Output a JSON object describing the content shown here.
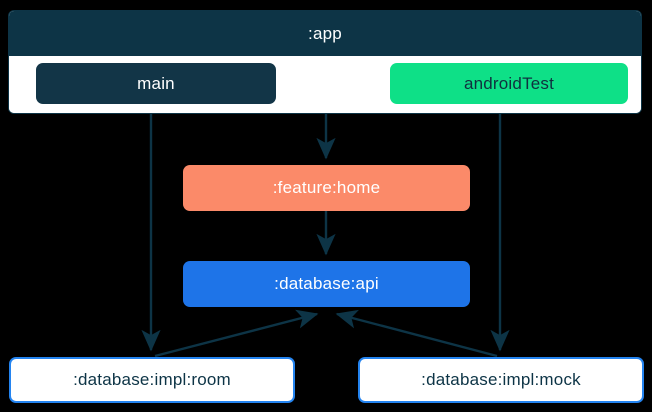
{
  "diagram": {
    "type": "module-dependency-graph",
    "background_color": "#000000",
    "edge_color": "#0d3446",
    "cluster": {
      "label": ":app",
      "header_color": "#0d3446",
      "body_color": "#ffffff",
      "nodes": [
        {
          "id": "main",
          "label": "main",
          "fill": "#123547",
          "text_color": "#ffffff"
        },
        {
          "id": "androidTest",
          "label": "androidTest",
          "fill": "#0ee087",
          "text_color": "#10303f"
        }
      ]
    },
    "nodes": [
      {
        "id": "feature-home",
        "label": ":feature:home",
        "fill": "#fb8a69",
        "text_color": "#ffffff"
      },
      {
        "id": "database-api",
        "label": ":database:api",
        "fill": "#1e74e8",
        "text_color": "#ffffff"
      },
      {
        "id": "database-impl-room",
        "label": ":database:impl:room",
        "fill": "#ffffff",
        "text_color": "#0d3446",
        "border": "#2484f0"
      },
      {
        "id": "database-impl-mock",
        "label": ":database:impl:mock",
        "fill": "#ffffff",
        "text_color": "#0d3446",
        "border": "#2484f0"
      }
    ],
    "edges": [
      {
        "from": "main",
        "to": "feature-home"
      },
      {
        "from": "main",
        "to": "database-impl-room"
      },
      {
        "from": "androidTest",
        "to": "database-impl-mock"
      },
      {
        "from": "feature-home",
        "to": "database-api"
      },
      {
        "from": "database-impl-room",
        "to": "database-api"
      },
      {
        "from": "database-impl-mock",
        "to": "database-api"
      }
    ]
  }
}
